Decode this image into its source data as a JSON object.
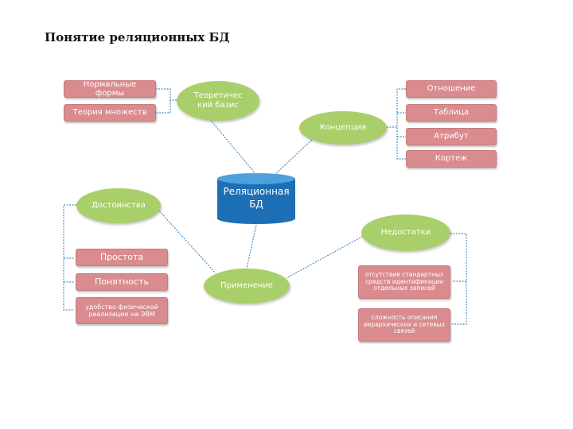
{
  "title": "Понятие реляционных БД",
  "center": {
    "label_line1": "Реляционная",
    "label_line2": "БД"
  },
  "theory": {
    "label_line1": "Теоретичес",
    "label_line2": "кий базис",
    "items": [
      "Нормальные формы",
      "Теория множеств"
    ]
  },
  "concept": {
    "label": "Концепция",
    "items": [
      "Отношение",
      "Таблица",
      "Атрибут",
      "Кортеж"
    ]
  },
  "advantages": {
    "label": "Достоинства",
    "items": [
      "Простота",
      "Понятность",
      "удобство физической реализации на ЭВМ"
    ]
  },
  "application": {
    "label": "Применение"
  },
  "disadvantages": {
    "label": "Недостатки",
    "items": [
      "отсутствие стандартных средств идентификации отдельных записей",
      "сложность описания иерархических и сетевых связей"
    ]
  },
  "colors": {
    "box": "#d98b8e",
    "ellipse": "#a9cf6a",
    "db": "#1d6fb5",
    "line": "#4a90c8"
  }
}
